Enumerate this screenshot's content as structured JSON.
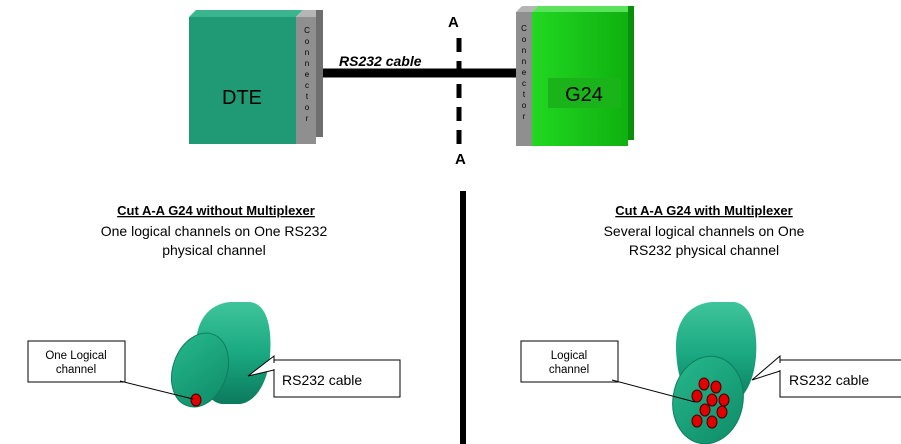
{
  "top": {
    "dte_label": "DTE",
    "g24_label": "G24",
    "connector_text": "Connector",
    "cable_label": "RS232 cable",
    "cut_marker_top": "A",
    "cut_marker_bottom": "A"
  },
  "left_panel": {
    "heading": "Cut A-A G24 without Multiplexer",
    "desc_line1": "One logical channels on One RS232",
    "desc_line2": "physical channel",
    "callout_line1": "One Logical",
    "callout_line2": "channel",
    "cable_callout": "RS232 cable"
  },
  "right_panel": {
    "heading": "Cut A-A G24 with Multiplexer",
    "desc_line1": "Several logical channels on One",
    "desc_line2": "RS232 physical channel",
    "callout_line1": "Logical",
    "callout_line2": "channel",
    "cable_callout": "RS232 cable"
  },
  "colors": {
    "dte_front": "#1f9a74",
    "g24_front": "#13c613",
    "connector": "#8f8f8f",
    "cable": "#000000",
    "cylinder": "#1aa982",
    "channel_dot": "#e00000"
  }
}
